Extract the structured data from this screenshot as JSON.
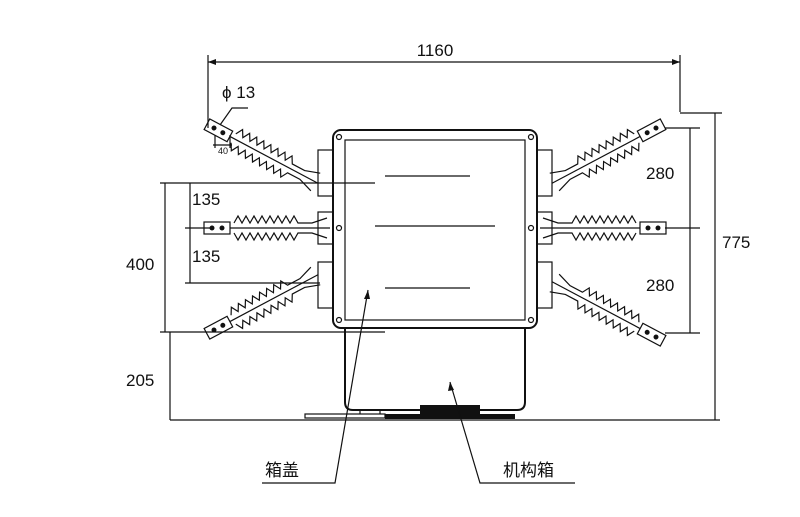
{
  "dimensions": {
    "overall_width": "1160",
    "overall_height": "775",
    "hole_diameter": "ϕ 13",
    "hole_spacing": "40",
    "left_upper_spacing": "135",
    "left_lower_spacing": "135",
    "left_total": "400",
    "base_height": "205",
    "right_upper_spacing": "280",
    "right_lower_spacing": "280"
  },
  "labels": {
    "cover": "箱盖",
    "mechanism_box": "机构箱"
  }
}
